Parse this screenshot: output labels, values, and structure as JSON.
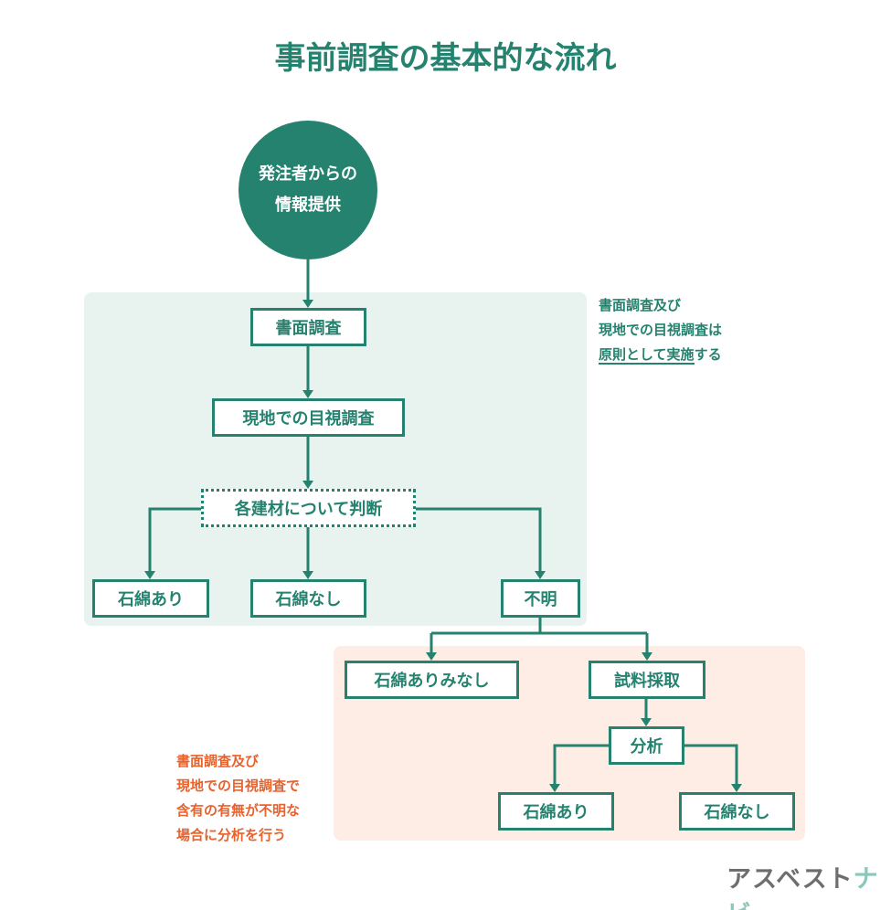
{
  "title": "事前調査の基本的な流れ",
  "start": {
    "line1": "発注者からの",
    "line2": "情報提供"
  },
  "nodes": {
    "document_survey": "書面調査",
    "onsite_survey": "現地での目視調査",
    "judge": "各建材について判断",
    "asbestos_yes": "石綿あり",
    "asbestos_no": "石綿なし",
    "unknown": "不明",
    "deemed_yes": "石綿ありみなし",
    "sampling": "試料採取",
    "analysis": "分析",
    "result_yes": "石綿あり",
    "result_no": "石綿なし"
  },
  "note_green": {
    "line1": "書面調査及び",
    "line2": "現地での目視調査は",
    "line3_underlined": "原則として実施",
    "line3_rest": "する"
  },
  "note_orange": {
    "line1": "書面調査及び",
    "line2": "現地での目視調査で",
    "line3": "含有の有無が不明な",
    "line4": "場合に分析を行う"
  },
  "logo": {
    "part1": "アスベスト",
    "part2": "ナビ"
  },
  "colors": {
    "primary": "#24826f",
    "green_panel": "#e8f2ef",
    "orange_panel": "#fdede5",
    "orange_text": "#e8622c",
    "logo_gray": "#6e6e6e",
    "logo_teal": "#8cc7ba"
  }
}
